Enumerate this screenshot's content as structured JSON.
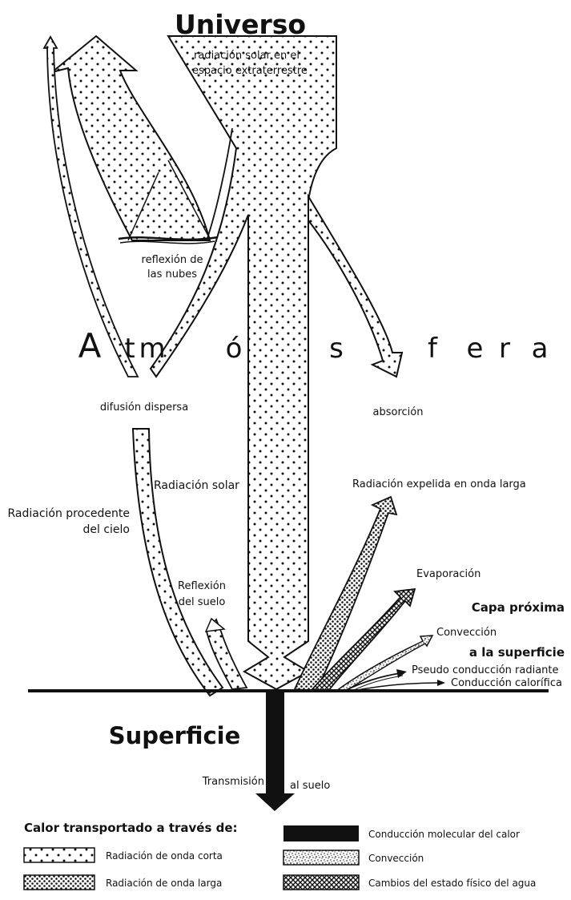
{
  "labels": {
    "universe": "Universo",
    "solar_space": "radiación solar en el",
    "solar_space_2": "espacio extraterrestre",
    "cloud_reflection": "reflexión de",
    "cloud_reflection_2": "las nubes",
    "atmosphere_letters": [
      "A",
      "t",
      "m",
      "ó",
      "s",
      "f",
      "e",
      "r",
      "a"
    ],
    "diffuse": "difusión dispersa",
    "absorption": "absorción",
    "solar_radiation": "Radiación solar",
    "sky_radiation": "Radiación procedente",
    "sky_radiation_2": "del cielo",
    "ground_reflection": "Reflexión",
    "ground_reflection_2": "del suelo",
    "longwave": "Radiación expelida en onda larga",
    "evaporation": "Evaporación",
    "layer_1": "Capa próxima",
    "layer_2": "a la superficie",
    "convection": "Convección",
    "pseudo": "Pseudo conducción radiante",
    "conduction": "Conducción calorífica",
    "surface": "Superficie",
    "transmission": "Transmisión",
    "to_ground": "al suelo"
  },
  "legend": {
    "title": "Calor transportado a través de:",
    "items": [
      {
        "label": "Radiación de onda corta",
        "pattern": "shortwave"
      },
      {
        "label": "Radiación de onda larga",
        "pattern": "longwave"
      },
      {
        "label": "Conducción molecular del calor",
        "pattern": "conduction"
      },
      {
        "label": "Convección",
        "pattern": "convection"
      },
      {
        "label": "Cambios del estado físico del agua",
        "pattern": "water"
      }
    ]
  }
}
